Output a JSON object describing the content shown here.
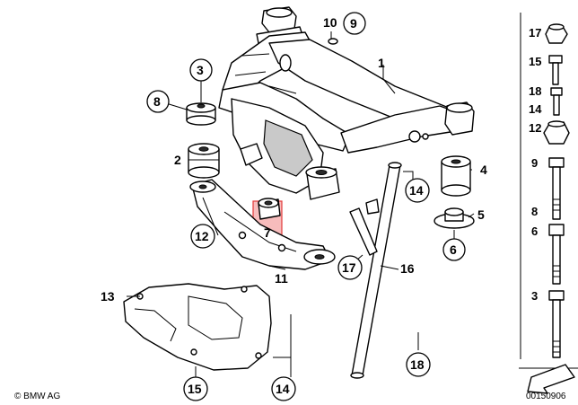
{
  "diagram": {
    "callouts": {
      "c1": "1",
      "c2": "2",
      "c3": "3",
      "c4": "4",
      "c5": "5",
      "c6": "6",
      "c7": "7",
      "c8": "8",
      "c9": "9",
      "c10": "10",
      "c11": "11",
      "c12": "12",
      "c13": "13",
      "c14a": "14",
      "c14b": "14",
      "c15": "15",
      "c16": "16",
      "c17": "17",
      "c18": "18"
    },
    "highlight_color": "#f4a6a6",
    "highlighted_part": "7"
  },
  "side_panel": {
    "labels": [
      "17",
      "15",
      "18",
      "14",
      "12",
      "9",
      "8",
      "6",
      "3"
    ]
  },
  "footer": {
    "brand": "© BMW AG",
    "diagram_id": "00150906"
  }
}
